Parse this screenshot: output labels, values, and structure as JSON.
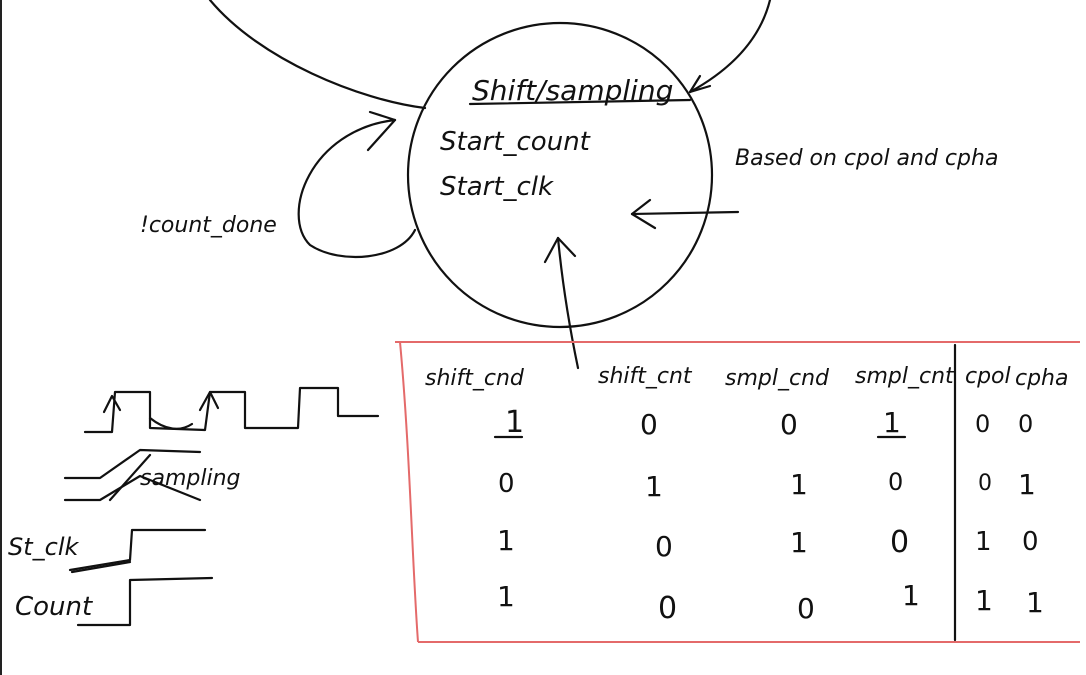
{
  "state": {
    "name": "Shift/sampling",
    "actions": [
      "Start_count",
      "Start_clk"
    ]
  },
  "labels": {
    "self_loop": "!count_done",
    "right_note": "Based on cpol and cpha"
  },
  "table": {
    "headers": [
      "shift_cnd",
      "shift_cnt",
      "smpl_cnd",
      "smpl_cnt",
      "cpol",
      "cpha"
    ],
    "rows": [
      [
        "1",
        "0",
        "0",
        "1",
        "0",
        "0"
      ],
      [
        "0",
        "1",
        "1",
        "0",
        "0",
        "1"
      ],
      [
        "1",
        "0",
        "1",
        "0",
        "1",
        "0"
      ],
      [
        "1",
        "0",
        "0",
        "1",
        "1",
        "1"
      ]
    ]
  },
  "timing": {
    "sampling_label": "sampling",
    "st_clk_label": "St_clk",
    "count_label": "Count"
  },
  "colors": {
    "ink": "#111111",
    "table_border": "#e46a6a"
  }
}
